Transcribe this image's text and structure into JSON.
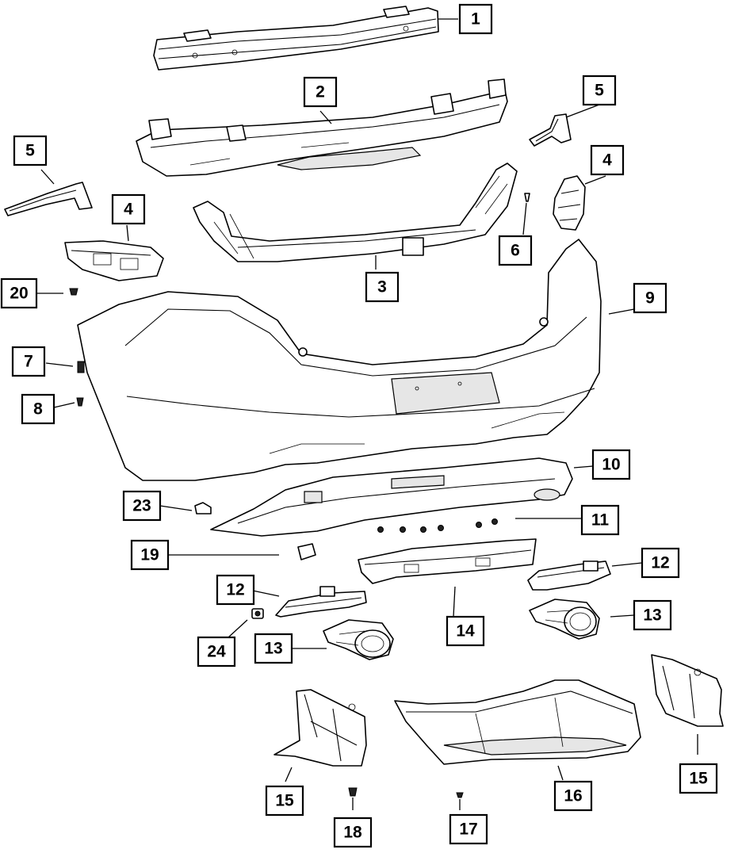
{
  "diagram": {
    "callouts": [
      {
        "id": "c1",
        "label": "1"
      },
      {
        "id": "c2",
        "label": "2"
      },
      {
        "id": "c3",
        "label": "3"
      },
      {
        "id": "c4a",
        "label": "4"
      },
      {
        "id": "c4b",
        "label": "4"
      },
      {
        "id": "c5a",
        "label": "5"
      },
      {
        "id": "c5b",
        "label": "5"
      },
      {
        "id": "c6",
        "label": "6"
      },
      {
        "id": "c7",
        "label": "7"
      },
      {
        "id": "c8",
        "label": "8"
      },
      {
        "id": "c9",
        "label": "9"
      },
      {
        "id": "c10",
        "label": "10"
      },
      {
        "id": "c11",
        "label": "11"
      },
      {
        "id": "c12a",
        "label": "12"
      },
      {
        "id": "c12b",
        "label": "12"
      },
      {
        "id": "c13a",
        "label": "13"
      },
      {
        "id": "c13b",
        "label": "13"
      },
      {
        "id": "c14",
        "label": "14"
      },
      {
        "id": "c15a",
        "label": "15"
      },
      {
        "id": "c15b",
        "label": "15"
      },
      {
        "id": "c16",
        "label": "16"
      },
      {
        "id": "c17",
        "label": "17"
      },
      {
        "id": "c18",
        "label": "18"
      },
      {
        "id": "c19",
        "label": "19"
      },
      {
        "id": "c20",
        "label": "20"
      },
      {
        "id": "c23",
        "label": "23"
      },
      {
        "id": "c24",
        "label": "24"
      }
    ]
  },
  "colors": {
    "line": "#000000",
    "background": "#ffffff",
    "shade": "#e6e6e6"
  }
}
